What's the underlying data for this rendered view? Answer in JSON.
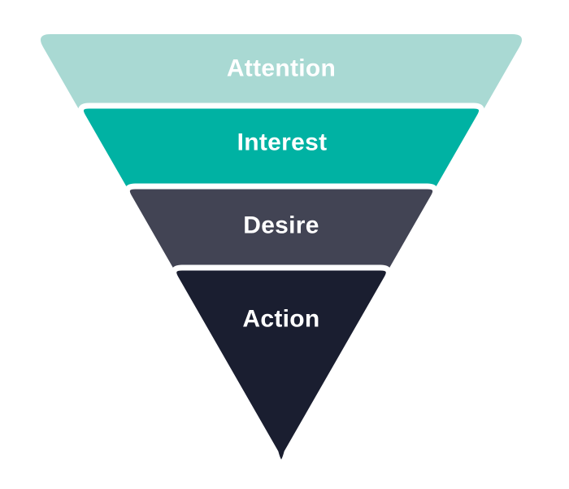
{
  "diagram": {
    "type": "funnel",
    "background_color": "#ffffff",
    "separator_color": "#ffffff",
    "layers": [
      {
        "label": "Attention",
        "color": "#a9d9d3",
        "text_color": "#ffffff"
      },
      {
        "label": "Interest",
        "color": "#00b2a3",
        "text_color": "#ffffff"
      },
      {
        "label": "Desire",
        "color": "#424454",
        "text_color": "#ffffff"
      },
      {
        "label": "Action",
        "color": "#1a1e30",
        "text_color": "#ffffff"
      }
    ]
  }
}
